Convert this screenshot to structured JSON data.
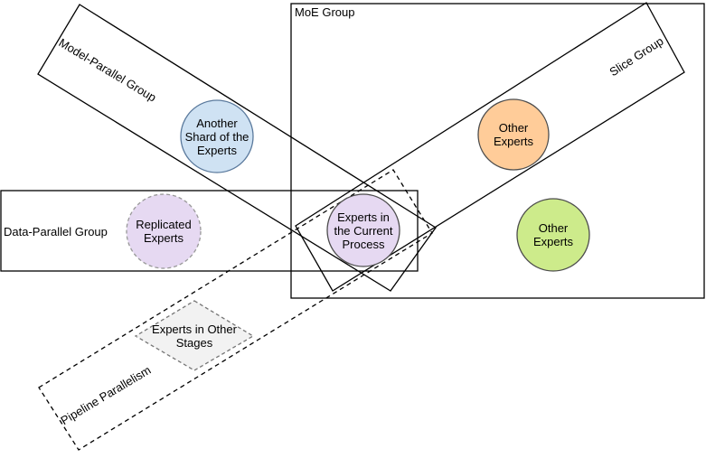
{
  "colors": {
    "background": "#ffffff",
    "group_stroke": "#000000",
    "blue_fill": "#cfe2f3",
    "blue_stroke": "#5b7a9d",
    "orange_fill": "#ffcc99",
    "green_fill": "#cdeb8b",
    "purple_fill": "#e6d9f2",
    "diamond_fill": "#f2f2f2",
    "dashed_stroke": "#999999",
    "text": "#000000"
  },
  "groups": {
    "moe": {
      "label": "MoE Group"
    },
    "model_parallel": {
      "label": "Model-Parallel Group"
    },
    "slice": {
      "label": "Slice Group"
    },
    "data_parallel": {
      "label": "Data-Parallel Group"
    },
    "pipeline": {
      "label": "Pipeline Parallelism"
    }
  },
  "nodes": {
    "another_shard": {
      "lines": [
        "Another",
        "Shard of the",
        "Experts"
      ]
    },
    "other_experts_slice": {
      "lines": [
        "Other",
        "Experts"
      ]
    },
    "other_experts_moe": {
      "lines": [
        "Other",
        "Experts"
      ]
    },
    "current_process": {
      "lines": [
        "Experts in",
        "the Current",
        "Process"
      ]
    },
    "replicated": {
      "lines": [
        "Replicated",
        "Experts"
      ]
    },
    "other_stages": {
      "lines": [
        "Experts in Other",
        "Stages"
      ]
    }
  }
}
